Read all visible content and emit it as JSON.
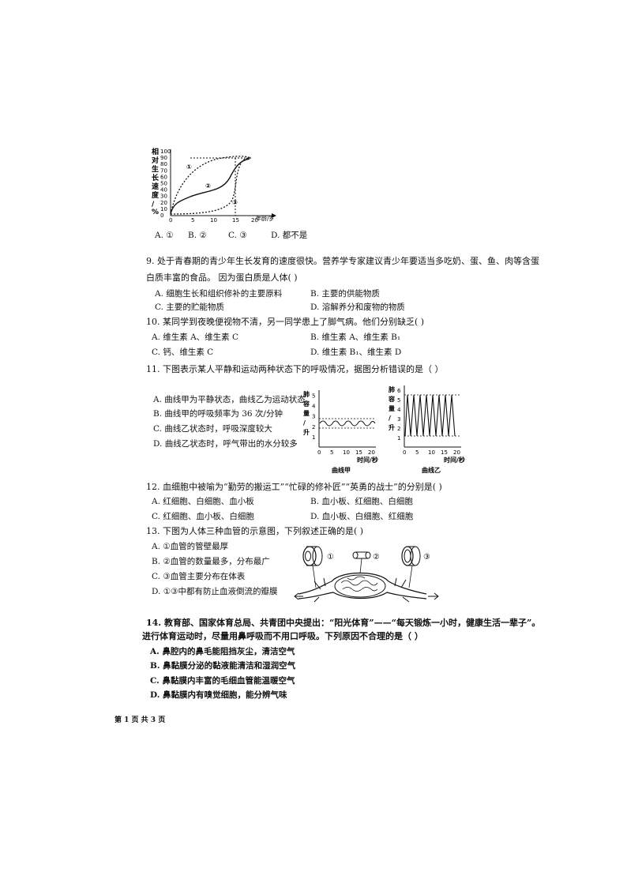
{
  "growth_chart": {
    "ylabel": "相对生长速度/%",
    "yticks": [
      "0",
      "10",
      "20",
      "30",
      "40",
      "50",
      "60",
      "70",
      "80",
      "90",
      "100"
    ],
    "xticks": [
      "0",
      "5",
      "10",
      "15",
      "20"
    ],
    "xlabel": "年龄/岁",
    "curve_labels": [
      "①",
      "②",
      "③"
    ]
  },
  "q8": {
    "options": [
      "A. ①",
      "B. ②",
      "C. ③",
      "D. 都不是"
    ]
  },
  "q9": {
    "stem_line1": "9. 处于青春期的青少年生长发育的速度很快。营养学专家建议青少年要适当多吃奶、蛋、鱼、肉等含蛋",
    "stem_line2": "白质丰富的食品。 因为蛋白质是人体(     )",
    "options": [
      "A.  细胞生长和组织修补的主要原料",
      "B.  主要的供能物质",
      "C.  主要的贮能物质",
      "D.  溶解养分和废物的物质"
    ]
  },
  "q10": {
    "stem": "10.  某同学到夜晚便视物不清，另一同学患上了脚气病。他们分别缺乏(     )",
    "options": [
      "A. 维生素 A、维生素  C",
      "B. 维生素  A、维生素  B₁",
      "C. 钙、维生素 C",
      "D. 维生素  B₁、维生素  D"
    ]
  },
  "q11": {
    "stem": "11.  下图表示某人平静和运动两种状态下的呼吸情况，据图分析错误的是（      ）",
    "options": [
      "A.  曲线甲为平静状态，曲线乙为运动状态",
      "B.  曲线甲的呼吸频率为 36 次/分钟",
      "C.  曲线乙状态时，呼吸深度较大",
      "D.  曲线乙状态时，呼气带出的水分较多"
    ],
    "chart_jia": {
      "ylabel": [
        "肺",
        "容",
        "量",
        "/",
        "升"
      ],
      "yticks": [
        "1",
        "2",
        "3",
        "4",
        "5"
      ],
      "xticks": [
        "0",
        "5",
        "10",
        "15",
        "20"
      ],
      "xlabel": "时间/秒",
      "caption": "曲线甲"
    },
    "chart_yi": {
      "ylabel": [
        "肺",
        "容",
        "量",
        "/",
        "升"
      ],
      "yticks": [
        "1",
        "2",
        "3",
        "4",
        "5",
        "6"
      ],
      "xticks": [
        "0",
        "5",
        "10",
        "15",
        "20"
      ],
      "xlabel": "时间/秒",
      "caption": "曲线乙"
    }
  },
  "q12": {
    "stem": "12. 血细胞中被喻为“勤劳的搬运工”“忙碌的修补匠”“英勇的战士”的分别是(     )",
    "options": [
      "A. 红细胞、白细胞、血小板",
      "B. 血小板、红细胞、白细胞",
      "C. 红细胞、血小板、白细胞",
      "D. 血小板、白细胞、红细胞"
    ]
  },
  "q13": {
    "stem": "13. 下图为人体三种血管的示意图，下列叙述正确的是(     )",
    "options": [
      "A. ①血管的管壁最厚",
      "B. ②血管的数量最多，分布最广",
      "C. ③血管主要分布在体表",
      "D.  ①③中都有防止血液倒流的瓣膜"
    ],
    "vessel_labels": [
      "①",
      "②",
      "③"
    ]
  },
  "q14": {
    "stem_line1": "14.  教育部、国家体育总局、共青团中央提出：“阳光体育”——“每天锻炼一小时，健康生活一辈子”。",
    "stem_line2": "进行体育运动时，尽量用鼻呼吸而不用口呼吸。下列原因不合理的是（      ）",
    "options": [
      "A.  鼻腔内的鼻毛能阻挡灰尘，清洁空气",
      "B.  鼻黏膜分泌的黏液能清洁和湿润空气",
      "C.  鼻黏膜内丰富的毛细血管能温暖空气",
      "D.  鼻黏膜内有嗅觉细胞，能分辨气味"
    ]
  },
  "footer": "第 1 页 共 3 页"
}
